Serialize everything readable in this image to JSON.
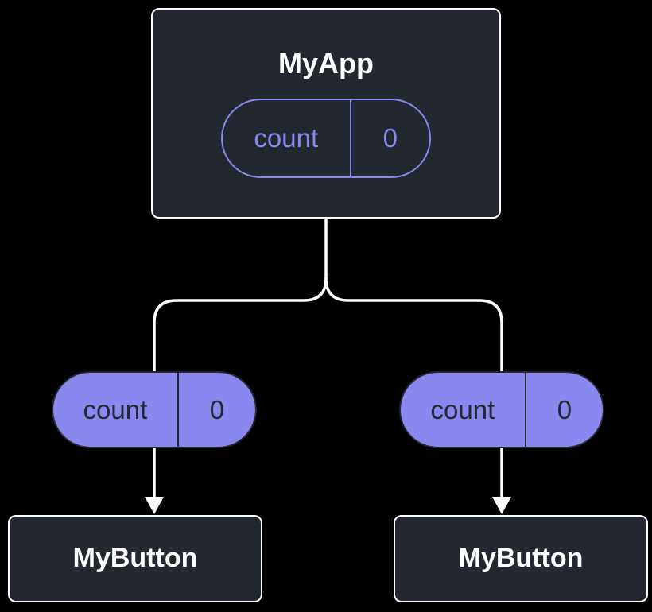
{
  "root": {
    "title": "MyApp",
    "state_key": "count",
    "state_value": "0"
  },
  "children": [
    {
      "title": "MyButton",
      "prop_key": "count",
      "prop_value": "0"
    },
    {
      "title": "MyButton",
      "prop_key": "count",
      "prop_value": "0"
    }
  ],
  "colors": {
    "background": "#000000",
    "card_fill": "#23272f",
    "card_border": "#ffffff",
    "accent": "#8a87ee",
    "pill_dark_text": "#23272f",
    "connector": "#ffffff",
    "title_text": "#ffffff"
  }
}
